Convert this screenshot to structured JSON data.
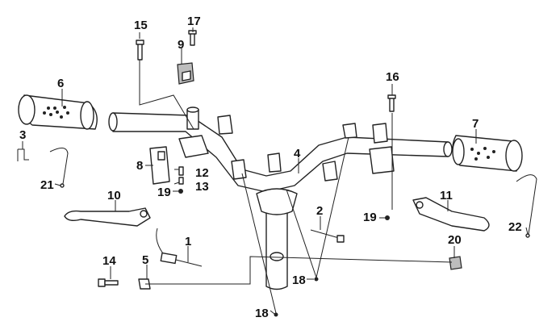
{
  "callouts": [
    {
      "id": "c1",
      "text": "1"
    },
    {
      "id": "c2",
      "text": "2"
    },
    {
      "id": "c3",
      "text": "3"
    },
    {
      "id": "c4",
      "text": "4"
    },
    {
      "id": "c5",
      "text": "5"
    },
    {
      "id": "c6",
      "text": "6"
    },
    {
      "id": "c7",
      "text": "7"
    },
    {
      "id": "c8",
      "text": "8"
    },
    {
      "id": "c9",
      "text": "9"
    },
    {
      "id": "c10",
      "text": "10"
    },
    {
      "id": "c11",
      "text": "11"
    },
    {
      "id": "c12",
      "text": "12"
    },
    {
      "id": "c13",
      "text": "13"
    },
    {
      "id": "c14",
      "text": "14"
    },
    {
      "id": "c15",
      "text": "15"
    },
    {
      "id": "c16",
      "text": "16"
    },
    {
      "id": "c17",
      "text": "17"
    },
    {
      "id": "c18a",
      "text": "18"
    },
    {
      "id": "c18b",
      "text": "18"
    },
    {
      "id": "c19a",
      "text": "19"
    },
    {
      "id": "c19b",
      "text": "19"
    },
    {
      "id": "c20",
      "text": "20"
    },
    {
      "id": "c21",
      "text": "21"
    },
    {
      "id": "c22",
      "text": "22"
    }
  ]
}
